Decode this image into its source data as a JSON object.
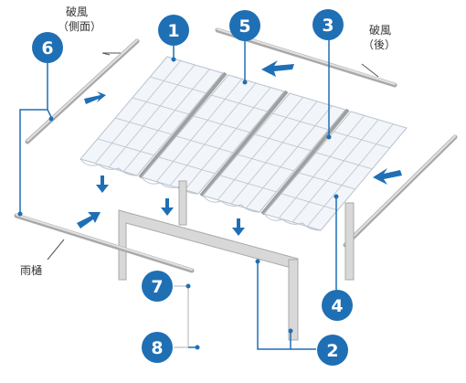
{
  "labels": {
    "side_windbreak": "破風",
    "side_windbreak_sub": "（側面）",
    "rear_windbreak": "破風",
    "rear_windbreak_sub": "（後）",
    "gutter": "雨樋"
  },
  "badges": [
    "1",
    "2",
    "3",
    "4",
    "5",
    "6",
    "7",
    "8"
  ],
  "colors": {
    "badge": "#1f6fb5",
    "arrow": "#1f6fb5",
    "leader": "#1f6fb5",
    "frame": "#d8d8d8",
    "frame_edge": "#a8a8a8",
    "panel": "#f2f5f9",
    "panel_grid": "#b9c3cf"
  }
}
